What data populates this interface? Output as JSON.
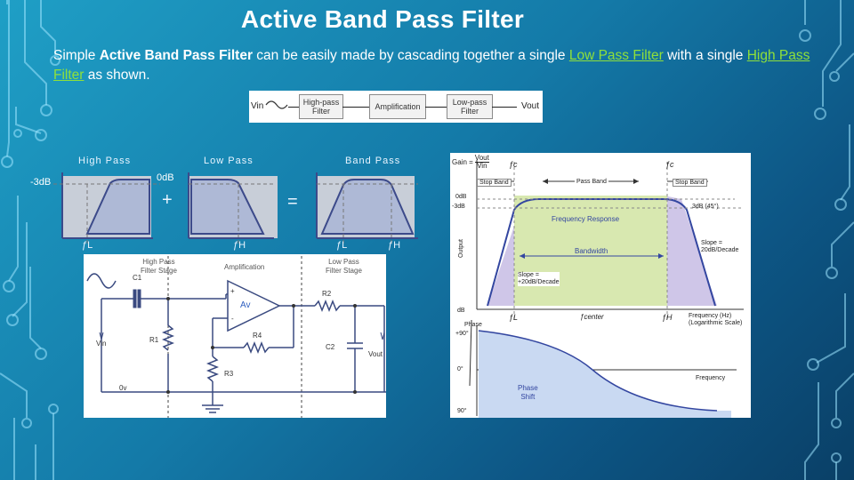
{
  "slide": {
    "title": "Active Band Pass Filter",
    "intro": {
      "part1": "Simple ",
      "bold": "Active Band Pass Filter",
      "part2": " can be easily made by cascading together a single ",
      "link1": "Low Pass Filter",
      "part3": " with a single ",
      "link2": "High Pass Filter",
      "part4": " as shown."
    }
  },
  "block_diagram": {
    "vin": "Vin",
    "hp_line1": "High-pass",
    "hp_line2": "Filter",
    "amp": "Amplification",
    "lp_line1": "Low-pass",
    "lp_line2": "Filter",
    "vout": "Vout"
  },
  "responses": {
    "high_pass": "High Pass",
    "low_pass": "Low Pass",
    "band_pass": "Band Pass",
    "minus3db": "-3dB",
    "zerodb": "0dB",
    "plus": "+",
    "equals": "=",
    "fl": "ƒL",
    "fh": "ƒH"
  },
  "circuit": {
    "hp_stage_1": "High Pass",
    "hp_stage_2": "Filter Stage",
    "amp": "Amplification",
    "lp_stage_1": "Low Pass",
    "lp_stage_2": "Filter Stage",
    "c1": "C1",
    "r1": "R1",
    "r2": "R2",
    "r3": "R3",
    "r4": "R4",
    "c2": "C2",
    "av": "Av",
    "vin": "Vin",
    "vout": "Vout",
    "zero": "0v",
    "plus": "+",
    "minus": "-"
  },
  "bode": {
    "gain_label": "Gain =",
    "gain_num": "Vout",
    "gain_den": "Vin",
    "fc": "ƒc",
    "stop_band": "Stop Band",
    "pass_band": "Pass Band",
    "db_0": "0dB",
    "db_3": "-3dB",
    "three_db": "3dB (45°)",
    "freq_response": "Frequency Response",
    "bandwidth": "Bandwidth",
    "slope_left_1": "Slope =",
    "slope_left_2": "+20dB/Decade",
    "slope_right_1": "Slope =",
    "slope_right_2": "20dB/Decade",
    "output": "Output",
    "db_bottom": "dB",
    "fl": "ƒL",
    "fcenter": "ƒcenter",
    "fh": "ƒH",
    "freq_axis_1": "Frequency (Hz)",
    "freq_axis_2": "(Logarithmic Scale)",
    "phase_label": "Phase",
    "plus90": "+90°",
    "zero_deg": "0°",
    "minus90": "90°",
    "frequency": "Frequency",
    "phase_shift_1": "Phase",
    "phase_shift_2": "Shift"
  },
  "colors": {
    "background_start": "#1f9fc6",
    "background_end": "#0a3f66",
    "link": "#8fe03a",
    "passband": "#d8e8b0",
    "stopband": "#cfc6e8"
  }
}
